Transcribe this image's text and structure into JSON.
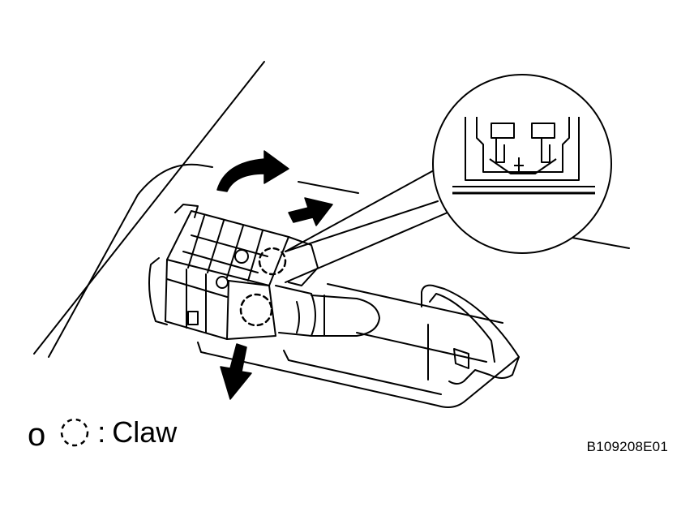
{
  "legend": {
    "marker": "o",
    "separator": ":",
    "label": "Claw"
  },
  "figure_code": "B109208E01",
  "icons": {
    "claw_symbol": "dashed-circle-icon",
    "rotate_arrow": "curved-arrow-icon",
    "push_arrow": "straight-arrow-icon"
  },
  "colors": {
    "line": "#000000",
    "fill": "#ffffff"
  }
}
